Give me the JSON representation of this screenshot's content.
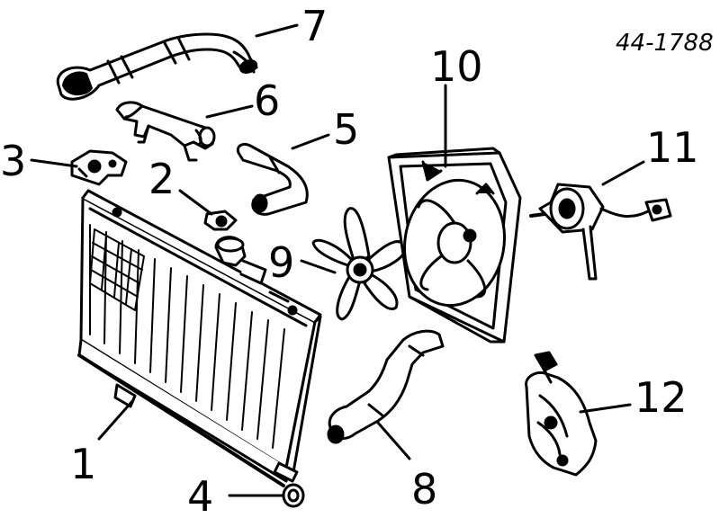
{
  "diagram": {
    "reference_code": "44-1788",
    "parts": [
      {
        "id": "1"
      },
      {
        "id": "2"
      },
      {
        "id": "3"
      },
      {
        "id": "4"
      },
      {
        "id": "5"
      },
      {
        "id": "6"
      },
      {
        "id": "7"
      },
      {
        "id": "8"
      },
      {
        "id": "9"
      },
      {
        "id": "10"
      },
      {
        "id": "11"
      },
      {
        "id": "12"
      }
    ],
    "colors": {
      "ink": "#000000",
      "paper": "#ffffff"
    }
  }
}
